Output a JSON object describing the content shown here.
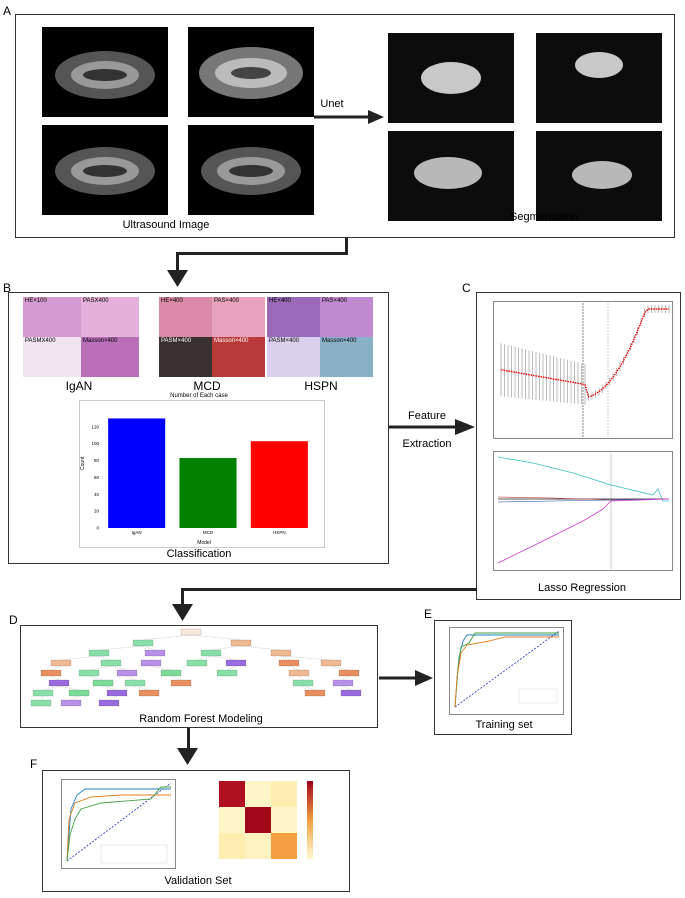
{
  "panels": {
    "a": {
      "letter": "A",
      "left_caption": "Ultrasound Image",
      "right_caption": "Segmentation",
      "arrow_label": "Unet"
    },
    "b": {
      "letter": "B",
      "groups": [
        "IgAN",
        "MCD",
        "HSPN"
      ],
      "stain_labels": [
        "HE×100",
        "PASX400",
        "PASMX400",
        "Masson×400",
        "HE×400",
        "PAS×400",
        "PASM×400",
        "Masson×400",
        "HE×400",
        "PAS×400",
        "PASM×400",
        "Masson×400"
      ],
      "chart_title": "Number of Each case",
      "caption": "Classification"
    },
    "feature_arrow": {
      "line1": "Feature",
      "line2": "Extraction"
    },
    "c": {
      "letter": "C",
      "caption": "Lasso Regression"
    },
    "d": {
      "letter": "D",
      "caption": "Random Forest Modeling"
    },
    "e": {
      "letter": "E",
      "caption": "Training set"
    },
    "f": {
      "letter": "F",
      "caption": "Validation Set"
    }
  },
  "colors": {
    "igan": "#0000ff",
    "mcd": "#008000",
    "hspn": "#ff0000"
  },
  "chart_data": {
    "type": "bar",
    "title": "Number of Each case",
    "xlabel": "Model",
    "ylabel": "Count",
    "categories": [
      "IgAN",
      "MCD",
      "HSPN"
    ],
    "values": [
      130,
      83,
      103
    ],
    "ylim": [
      0,
      140
    ],
    "yticks": [
      "0",
      "20",
      "40",
      "60",
      "80",
      "100",
      "120"
    ],
    "colors": [
      "#0000ff",
      "#008000",
      "#ff0000"
    ]
  }
}
